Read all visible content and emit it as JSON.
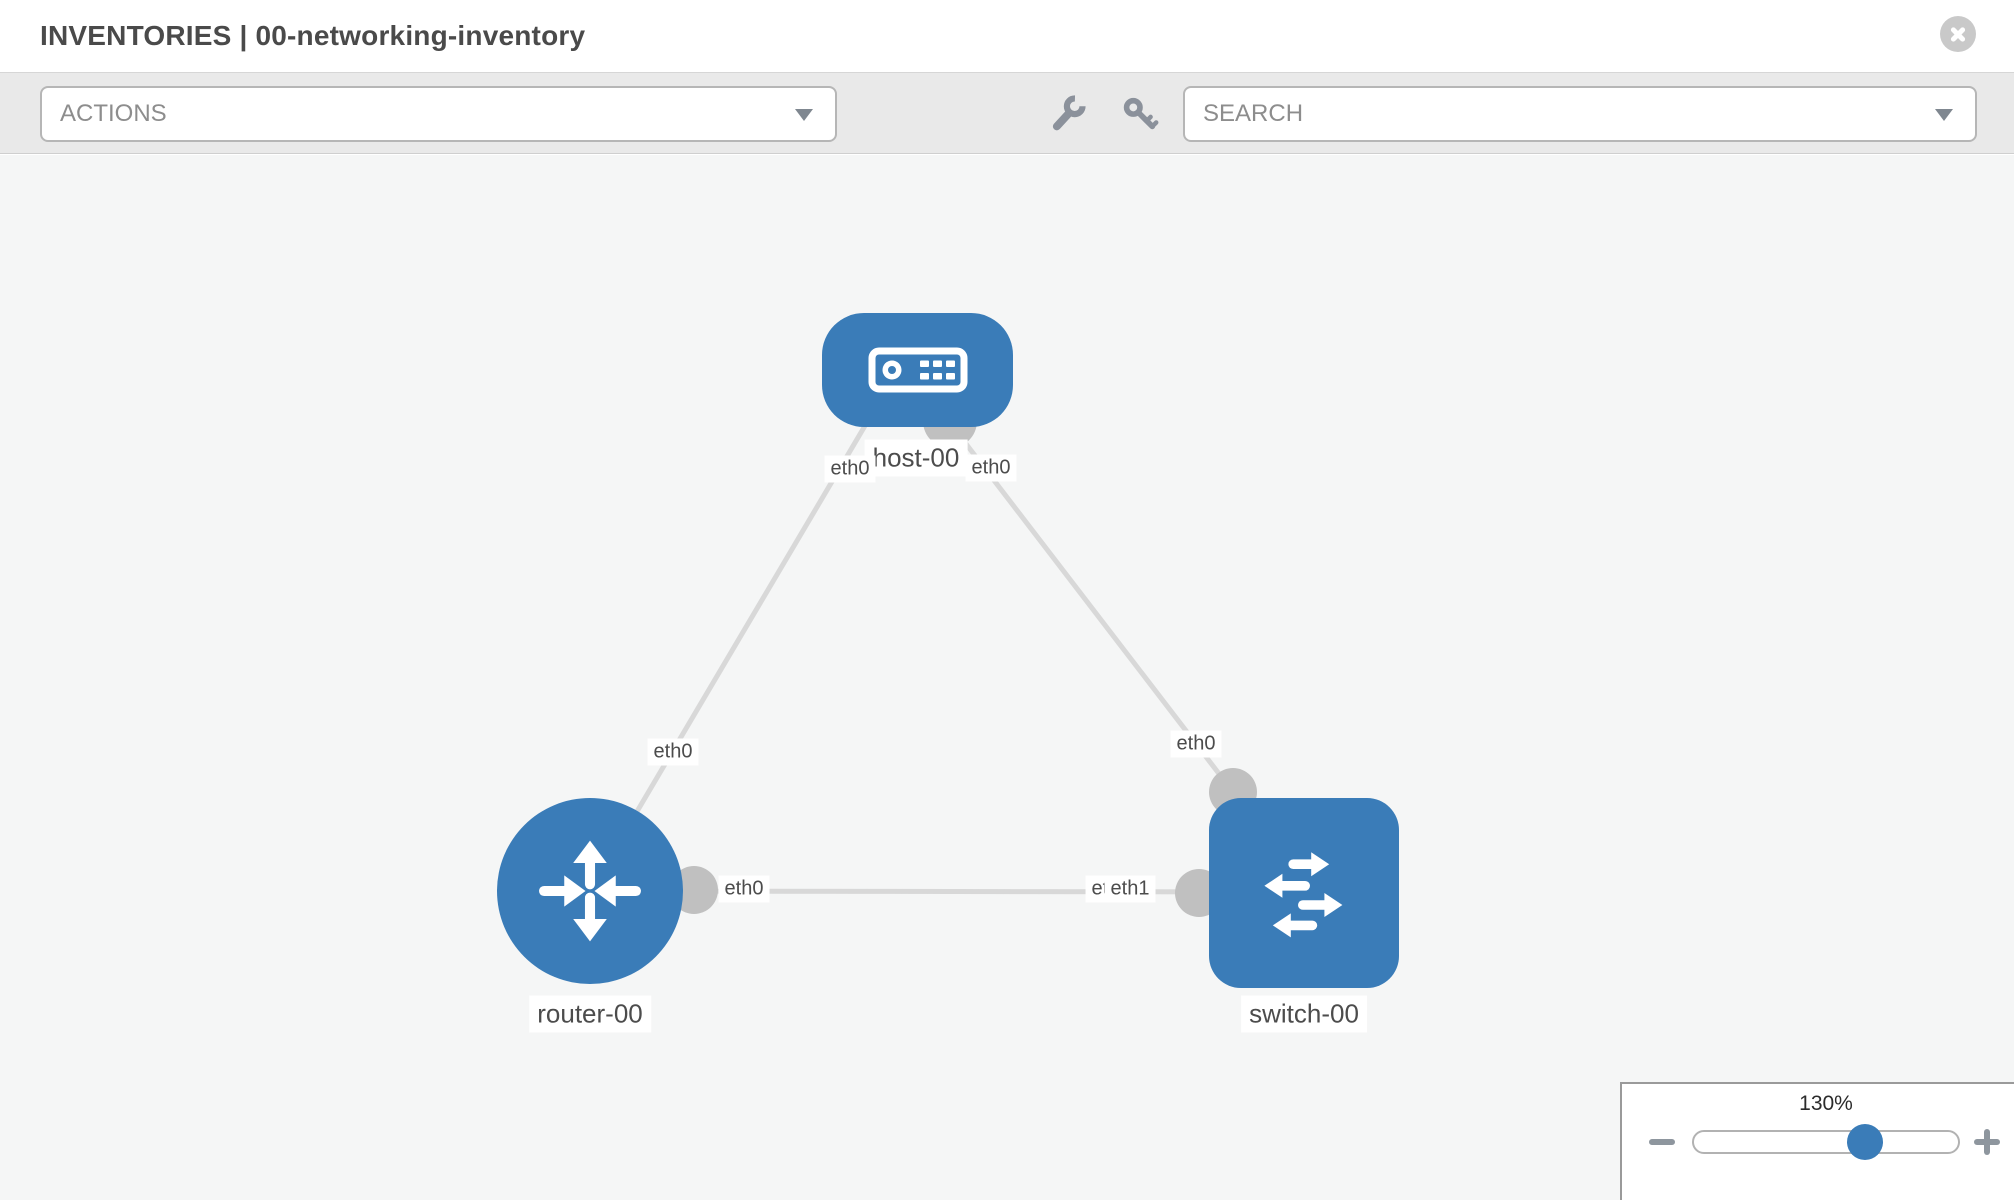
{
  "header": {
    "title": "INVENTORIES | 00-networking-inventory",
    "close_icon": "circle-x-icon"
  },
  "toolbar": {
    "actions_label": "ACTIONS",
    "actions_caret_icon": "chevron-down-icon",
    "wrench_icon": "wrench-icon",
    "key_icon": "key-icon",
    "search_label": "SEARCH",
    "search_caret_icon": "chevron-down-icon"
  },
  "topology": {
    "nodes": [
      {
        "id": "host-00",
        "label": "host-00",
        "kind": "host",
        "icon": "server-icon"
      },
      {
        "id": "router-00",
        "label": "router-00",
        "kind": "router",
        "icon": "router-arrows-icon"
      },
      {
        "id": "switch-00",
        "label": "switch-00",
        "kind": "switch",
        "icon": "switch-arrows-icon"
      }
    ],
    "links": [
      {
        "from": "host-00",
        "to": "router-00",
        "interfaces": [
          "eth0",
          "eth0"
        ]
      },
      {
        "from": "host-00",
        "to": "switch-00",
        "interfaces": [
          "eth0",
          "eth0"
        ]
      },
      {
        "from": "router-00",
        "to": "switch-00",
        "interfaces": [
          "eth0",
          "eth1"
        ]
      }
    ],
    "overlap_at_switch": {
      "back": "eth0"
    }
  },
  "zoom_control": {
    "value": "130%",
    "percent": 130,
    "zoom_out_icon": "minus-icon",
    "zoom_in_icon": "plus-icon"
  },
  "colors": {
    "node_blue": "#3a7cb8",
    "link_gray": "#d8d8d8",
    "connector_gray": "#c0c0c0",
    "canvas_bg": "#f5f6f6",
    "toolbar_bg": "#e9e9e9"
  }
}
